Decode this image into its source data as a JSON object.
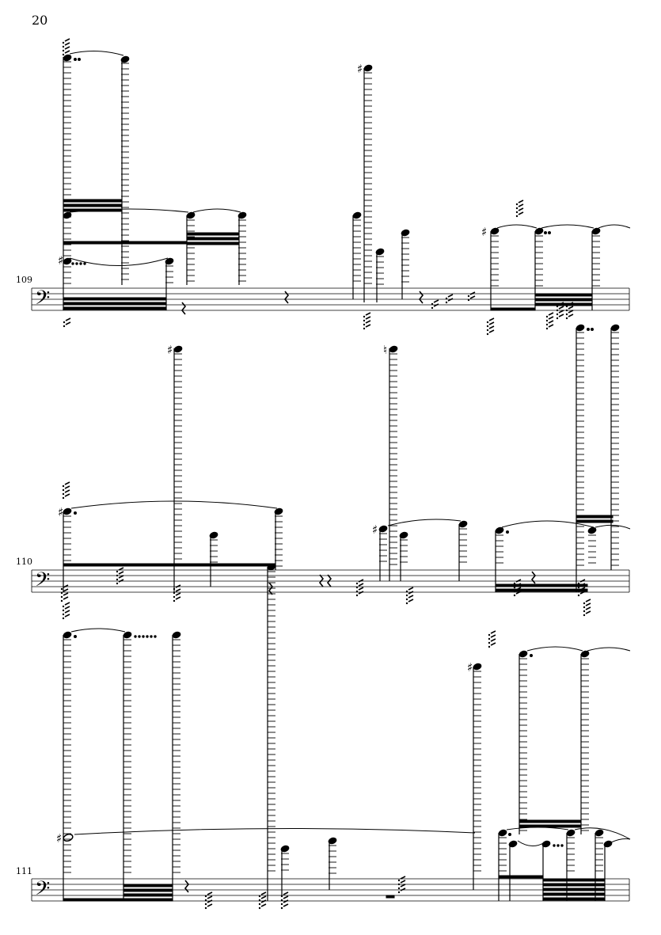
{
  "page": {
    "number": "20"
  },
  "systems": [
    {
      "measure": "109",
      "clef": "bass"
    },
    {
      "measure": "110",
      "clef": "bass"
    },
    {
      "measure": "111",
      "clef": "bass"
    }
  ],
  "colors": {
    "ink": "#000000",
    "paper": "#ffffff"
  },
  "symbols": {
    "sharp": "♯",
    "natural": "♮",
    "bass_clef": "𝄢"
  }
}
